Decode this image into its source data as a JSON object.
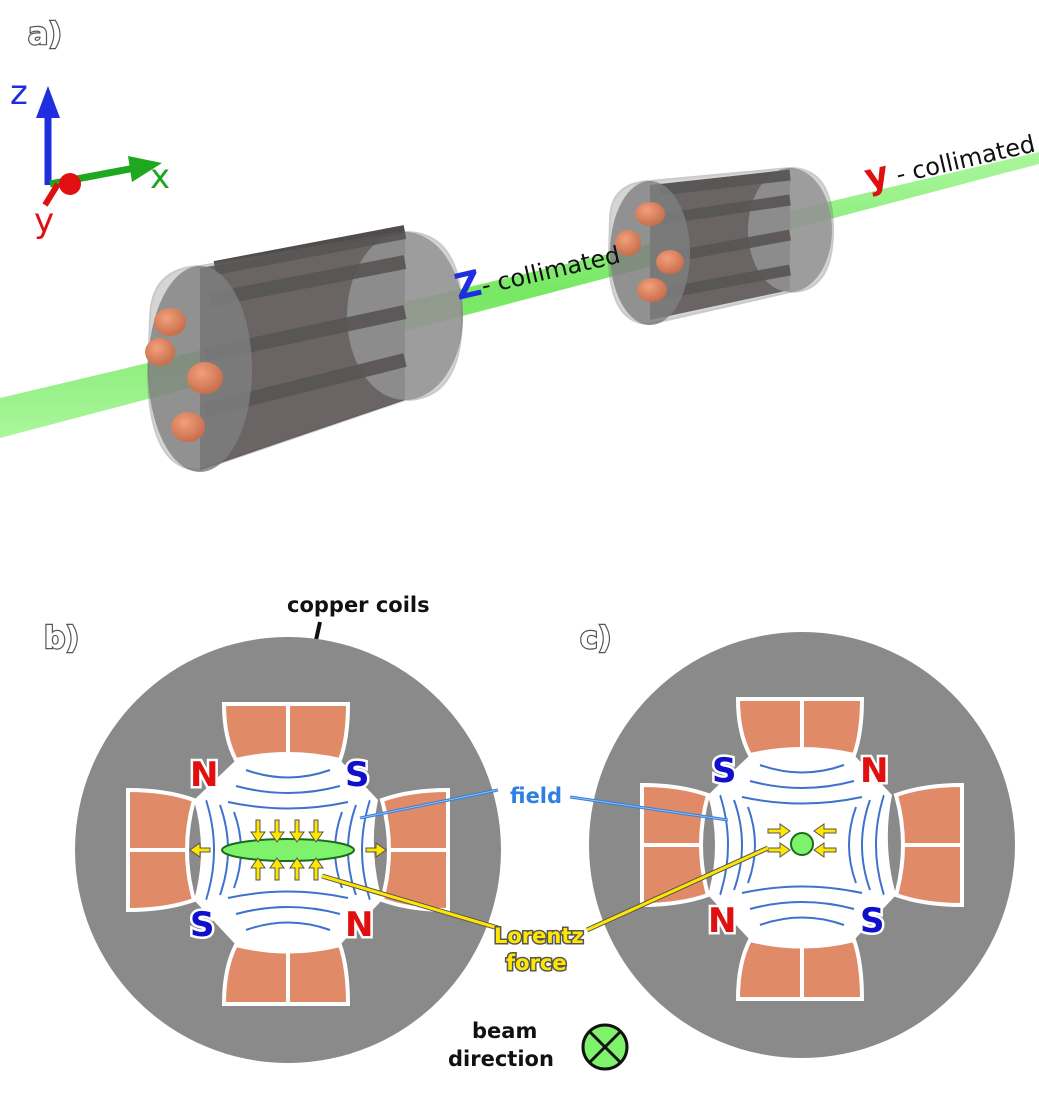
{
  "panels": {
    "a": "a)",
    "b": "b)",
    "c": "c)"
  },
  "axes": {
    "z": "z",
    "x": "x",
    "y": "y"
  },
  "beam_captions": {
    "z_letter": "Z",
    "z_text": "- collimated",
    "y_letter": "y",
    "y_text": " - collimated"
  },
  "annotations": {
    "copper_coils": "copper coils",
    "field": "field",
    "lorentz_line1": "Lorentz",
    "lorentz_line2": "force",
    "beam_line1": "beam",
    "beam_line2": "direction"
  },
  "poles": {
    "b": {
      "upper_left": "N",
      "upper_right": "S",
      "lower_left": "S",
      "lower_right": "N"
    },
    "c": {
      "upper_left": "S",
      "upper_right": "N",
      "lower_left": "N",
      "lower_right": "S"
    }
  },
  "colors": {
    "magnet_body": "#8a8a8a",
    "copper": "#e08a68",
    "beam": "#66ee55",
    "field_lines": "#3f72cc",
    "force_arrows": "#ffe600",
    "north": "#e01010",
    "south": "#1010cc"
  }
}
